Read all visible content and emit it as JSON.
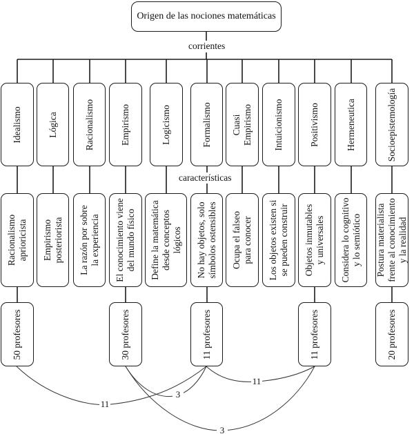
{
  "root": {
    "title": "Origen de las nociones matemáticas"
  },
  "labels": {
    "currents": "corrientes",
    "characteristics": "características"
  },
  "currents": [
    {
      "name": "Idealismo",
      "characteristic": "Racionalismo\naprioricista",
      "teachers": "50 profesores"
    },
    {
      "name": "Lógica",
      "characteristic": "Empirismo\nposteriorista",
      "teachers": null
    },
    {
      "name": "Racionalismo",
      "characteristic": "La razón por sobre\nla experiencia",
      "teachers": null
    },
    {
      "name": "Empirismo",
      "characteristic": "El conocimiento viene\ndel mundo físico",
      "teachers": "30 profesores"
    },
    {
      "name": "Logicismo",
      "characteristic": "Define la matemática\ndesde conceptos\nlógicos",
      "teachers": null
    },
    {
      "name": "Formalismo",
      "characteristic": "No hay objetos, solo\nsímbolos ostensibles",
      "teachers": "11 profesores"
    },
    {
      "name": "Cuasi\nEmpirismo",
      "characteristic": "Ocupa el falseo\npara conocer",
      "teachers": null
    },
    {
      "name": "Intuicionismo",
      "characteristic": "Los objetos existen si\nse pueden construir",
      "teachers": null
    },
    {
      "name": "Positivismo",
      "characteristic": "Objetos inmutables\ny universales",
      "teachers": "11 profesores"
    },
    {
      "name": "Hermeneutica",
      "characteristic": "Considera lo cognitivo\ny lo semiótico",
      "teachers": null
    },
    {
      "name": "Socioepistemología",
      "characteristic": "Postura materialista\nfrente al conocimiento\ny la realidad",
      "teachers": "20 profesores"
    }
  ],
  "overlaps": [
    {
      "from": "Idealismo",
      "to": "Formalismo",
      "label": "11"
    },
    {
      "from": "Empirismo",
      "to": "Formalismo",
      "label": "3"
    },
    {
      "from": "Formalismo",
      "to": "Positivismo",
      "label": "11"
    },
    {
      "from": "Empirismo",
      "to": "Positivismo",
      "label": "3"
    }
  ]
}
